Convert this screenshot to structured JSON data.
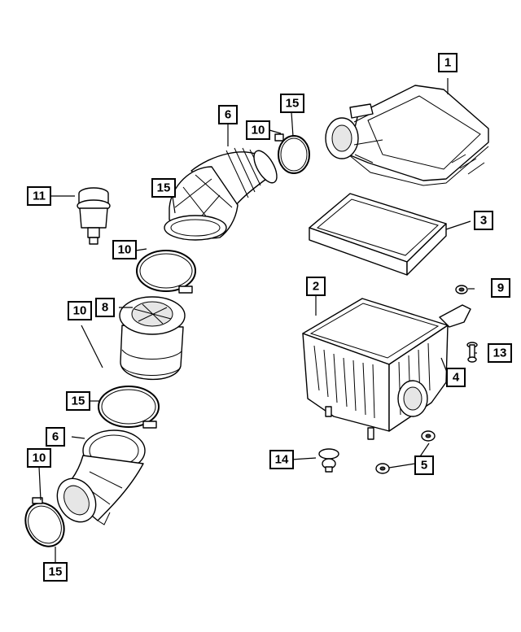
{
  "diagram": {
    "callouts": {
      "c1": "1",
      "c2": "2",
      "c3": "3",
      "c4": "4",
      "c5": "5",
      "c6a": "6",
      "c6b": "6",
      "c8": "8",
      "c9": "9",
      "c10a": "10",
      "c10b": "10",
      "c10c": "10",
      "c10d": "10",
      "c11": "11",
      "c13": "13",
      "c14": "14",
      "c15a": "15",
      "c15b": "15",
      "c15c": "15",
      "c15d": "15"
    },
    "colors": {
      "line": "#000000",
      "background": "#ffffff"
    }
  }
}
